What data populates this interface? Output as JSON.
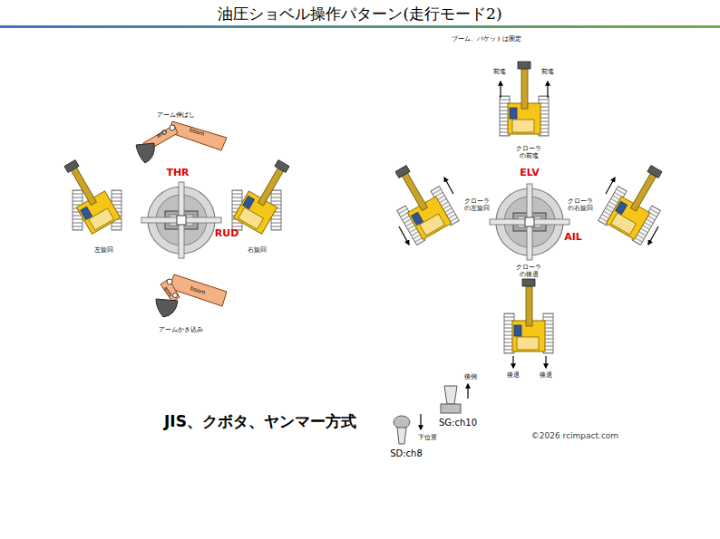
{
  "diagram": {
    "title": "油圧ショベル操作パターン(走行モード2)",
    "labels": [
      "ブーム、バケットは固定",
      "アーム伸ばし",
      "arm",
      "boom",
      "THR",
      "RUD",
      "左旋回",
      "右旋回",
      "boom",
      "arm",
      "アームかき込み",
      "前進",
      "前進",
      "クローラ の前進",
      "ELV",
      "クローラ の左旋回",
      "クローラ の右旋回",
      "AIL",
      "クローラ の後退",
      "後退",
      "後退",
      "JIS、クボタ、ヤンマー方式",
      "後側",
      "SG:ch10",
      "下位置",
      "SD:ch8",
      "©2026 rcimpact.com"
    ]
  }
}
